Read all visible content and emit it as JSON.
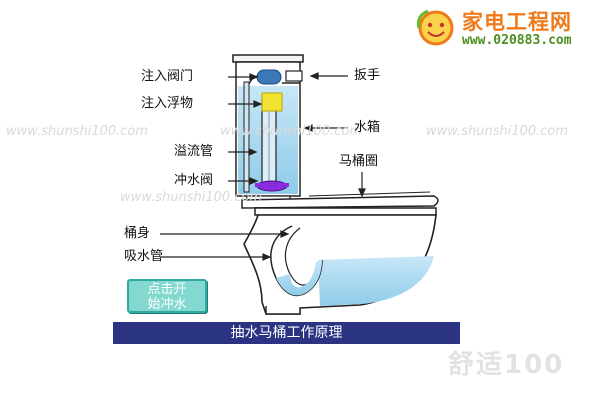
{
  "brand": {
    "name": "家电工程网",
    "url": "www.020883.com"
  },
  "watermark": {
    "text": "www.shunshi100.com",
    "logo_text": "舒适100"
  },
  "labels": {
    "inlet_valve": "注入阀门",
    "inlet_float": "注入浮物",
    "overflow_pipe": "溢流管",
    "flush_valve": "冲水阀",
    "handle": "扳手",
    "tank": "水箱",
    "seat": "马桶圈",
    "bowl_body": "桶身",
    "siphon_pipe": "吸水管"
  },
  "button": {
    "line1": "点击开",
    "line2": "始冲水"
  },
  "caption": "抽水马桶工作原理",
  "colors": {
    "water": "#a9d8f0",
    "float": "#f2e233",
    "flush_valve": "#8a2be2",
    "caption_bg": "#2b3483",
    "button_bg": "#83d8cf"
  }
}
